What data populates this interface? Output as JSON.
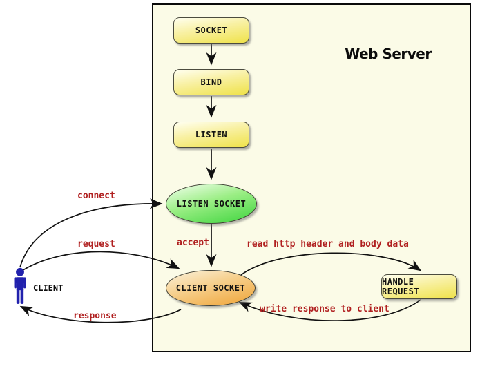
{
  "diagram": {
    "title": "Web Server",
    "nodes": {
      "socket": "SOCKET",
      "bind": "BIND",
      "listen": "LISTEN",
      "listen_socket": "LISTEN SOCKET",
      "client_socket": "CLIENT SOCKET",
      "handle_request": "HANDLE REQUEST",
      "client": "CLIENT"
    },
    "edges": {
      "connect": "connect",
      "request": "request",
      "response": "response",
      "accept": "accept",
      "read_http": "read http header and body data",
      "write_response": "write response to client"
    },
    "icons": {
      "client": "person-icon"
    },
    "colors": {
      "edge_label_red": "#b01f1f",
      "process_fill_top": "#fffff0",
      "process_fill_bottom": "#efe24a",
      "listen_socket_top": "#f4fff0",
      "listen_socket_bottom": "#3dd43d",
      "client_socket_top": "#faf2dd",
      "client_socket_bottom": "#efa437",
      "server_background": "#fbfbe7",
      "actor_blue": "#2121ad",
      "arrow_black": "#111111"
    }
  }
}
